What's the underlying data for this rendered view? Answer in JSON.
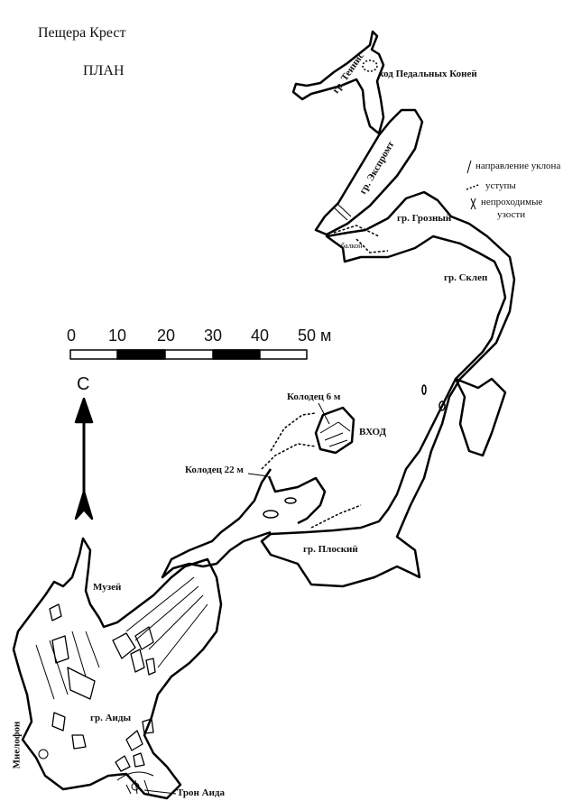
{
  "title": "Пещера Крест",
  "subtitle": "ПЛАН",
  "scale": {
    "ticks": [
      "0",
      "10",
      "20",
      "30",
      "40",
      "50 м"
    ]
  },
  "north_label": "С",
  "legend": {
    "slope": "направление уклона",
    "ledges": "уступы",
    "impassable_1": "непроходимые",
    "impassable_2": "узости"
  },
  "labels": {
    "tennis": "гр. Теннис",
    "pedal": "ход Педальных Коней",
    "ekspromt": "гр. Экспромт",
    "grozny": "гр. Грозный",
    "balcony": "балкон",
    "sklep": "гр. Склеп",
    "well6": "Колодец 6 м",
    "entrance": "ВХОД",
    "well22": "Колодец 22 м",
    "ploskiy": "гр. Плоский",
    "museum": "Музей",
    "aidy": "гр. Аиды",
    "mielofon": "Миелофон",
    "throne": "Трон Аида"
  }
}
